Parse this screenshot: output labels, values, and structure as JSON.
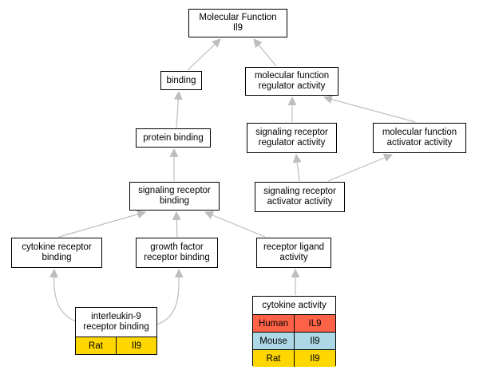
{
  "colors": {
    "edge": "#bdbdbd",
    "human": "#ff6347",
    "mouse": "#add8e6",
    "rat": "#ffd700"
  },
  "nodes": {
    "mf_root": {
      "line1": "Molecular Function",
      "line2": "Il9"
    },
    "binding": {
      "line1": "binding"
    },
    "mf_regulator": {
      "line1": "molecular function",
      "line2": "regulator activity"
    },
    "protein_binding": {
      "line1": "protein binding"
    },
    "sig_rec_regulator": {
      "line1": "signaling receptor",
      "line2": "regulator activity"
    },
    "mf_activator": {
      "line1": "molecular function",
      "line2": "activator activity"
    },
    "sig_rec_binding": {
      "line1": "signaling receptor",
      "line2": "binding"
    },
    "sig_rec_activator": {
      "line1": "signaling receptor",
      "line2": "activator activity"
    },
    "cytokine_rec_binding": {
      "line1": "cytokine receptor",
      "line2": "binding"
    },
    "growth_factor_rec_binding": {
      "line1": "growth factor",
      "line2": "receptor binding"
    },
    "receptor_ligand": {
      "line1": "receptor ligand",
      "line2": "activity"
    },
    "il9_rec_binding": {
      "line1": "interleukin-9",
      "line2": "receptor binding",
      "rows": [
        {
          "species": "Rat",
          "gene": "Il9"
        }
      ]
    },
    "cytokine_activity": {
      "line1": "cytokine activity",
      "rows": [
        {
          "species": "Human",
          "gene": "IL9"
        },
        {
          "species": "Mouse",
          "gene": "Il9"
        },
        {
          "species": "Rat",
          "gene": "Il9"
        }
      ]
    }
  }
}
